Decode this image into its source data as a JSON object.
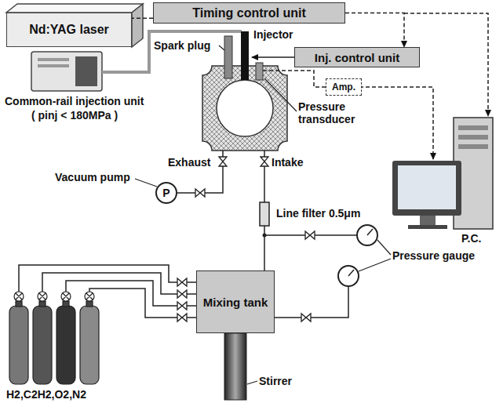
{
  "diagram": {
    "nodes": [
      {
        "text": [
          "Nd:YAG laser"
        ]
      },
      {
        "text": [
          "Timing control unit"
        ]
      },
      {
        "text": [
          "Inj. control unit"
        ]
      },
      {
        "text": [
          "Amp."
        ]
      },
      {
        "text": [
          "P"
        ]
      },
      {
        "text": [
          "Mixing tank"
        ]
      }
    ],
    "edges": [
      {
        "from": 1,
        "to": 0,
        "arrow": "none"
      },
      {
        "from": 1,
        "to": 2,
        "arrow": "to"
      }
    ],
    "labels": [
      "Spark plug",
      "Injector",
      "Common-rail injection unit",
      "( pinj < 180MPa )",
      "Pressure transducer",
      "Exhaust",
      "Intake",
      "Vacuum pump",
      "Line filter 0.5μm",
      "P.C.",
      "Pressure gauge",
      "Stirrer",
      "H2,C2H2,O2,N2"
    ]
  }
}
